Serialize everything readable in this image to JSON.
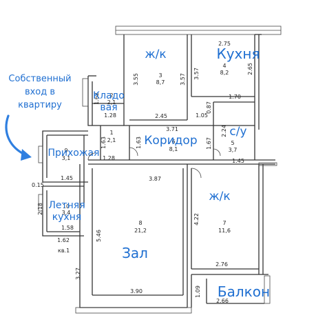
{
  "plan": {
    "rooms": [
      {
        "id": "r1",
        "number": "1",
        "area": "2,1",
        "label": "",
        "dims": []
      },
      {
        "id": "r2",
        "number": "2",
        "area": "2,1",
        "label": "Кладо\nвая",
        "dims": [
          "1.62",
          "1.28"
        ]
      },
      {
        "id": "r3",
        "number": "3",
        "area": "8,7",
        "label": "ж/к",
        "dims": [
          "3.55",
          "3.57",
          "2.45"
        ]
      },
      {
        "id": "r4",
        "number": "4",
        "area": "8,2",
        "label": "Кухня",
        "dims": [
          "2.75",
          "3.57",
          "2.65",
          "1.70"
        ]
      },
      {
        "id": "r5",
        "number": "5",
        "area": "3,7",
        "label": "с/у",
        "dims": [
          "2.24",
          "1.05",
          "0.87",
          "1.67",
          "1.45"
        ]
      },
      {
        "id": "r6",
        "number": "6",
        "area": "8,1",
        "label": "Коридор",
        "dims": [
          "3.71",
          "1.63",
          "1.28"
        ]
      },
      {
        "id": "r7",
        "number": "7",
        "area": "11,6",
        "label": "ж/к",
        "dims": [
          "4.22",
          "2.76"
        ]
      },
      {
        "id": "r8",
        "number": "8",
        "area": "21,2",
        "label": "Зал",
        "dims": [
          "3.87",
          "5.46",
          "3.90",
          "3.27"
        ]
      },
      {
        "id": "r9",
        "number": "9",
        "area": "3,1",
        "label": "Прихожая",
        "dims": [
          "1.45",
          "0.15"
        ]
      },
      {
        "id": "r10",
        "number": "10",
        "area": "3,4",
        "label": "Летняя\nкухня",
        "dims": [
          "2.18",
          "1.58",
          "1.62"
        ]
      },
      {
        "id": "r11",
        "number": "",
        "area": "",
        "label": "Балкон",
        "dims": [
          "1.09",
          "2.66"
        ]
      }
    ],
    "entrance_note": "Собственный\nвход в\nквартиру",
    "flat_mark": "кв.1",
    "accent_color": "#1f6fd1"
  }
}
